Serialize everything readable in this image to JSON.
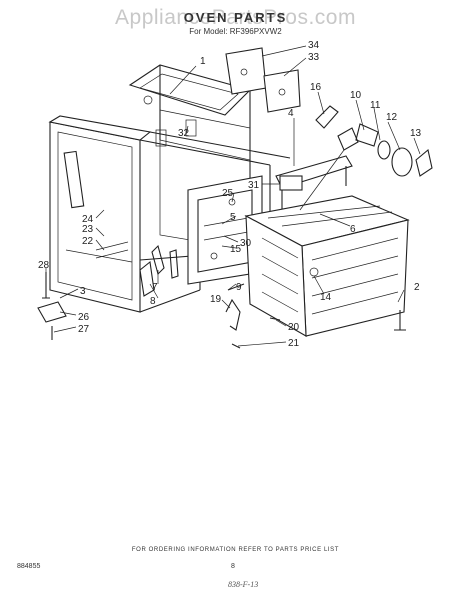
{
  "watermark": "AppliancePartsPros.com",
  "header": {
    "title": "OVEN PARTS",
    "model": "For Model: RF396PXVW2"
  },
  "callouts": [
    "1",
    "2",
    "3",
    "4",
    "5",
    "6",
    "7",
    "8",
    "9",
    "10",
    "11",
    "12",
    "13",
    "14",
    "15",
    "16",
    "19",
    "20",
    "21",
    "22",
    "23",
    "24",
    "25",
    "26",
    "27",
    "28",
    "30",
    "31",
    "32",
    "33",
    "34"
  ],
  "footer": {
    "ordering_note": "FOR ORDERING INFORMATION REFER TO PARTS PRICE LIST",
    "page_number": "8",
    "code": "884855",
    "handwritten": "838-F-13"
  }
}
